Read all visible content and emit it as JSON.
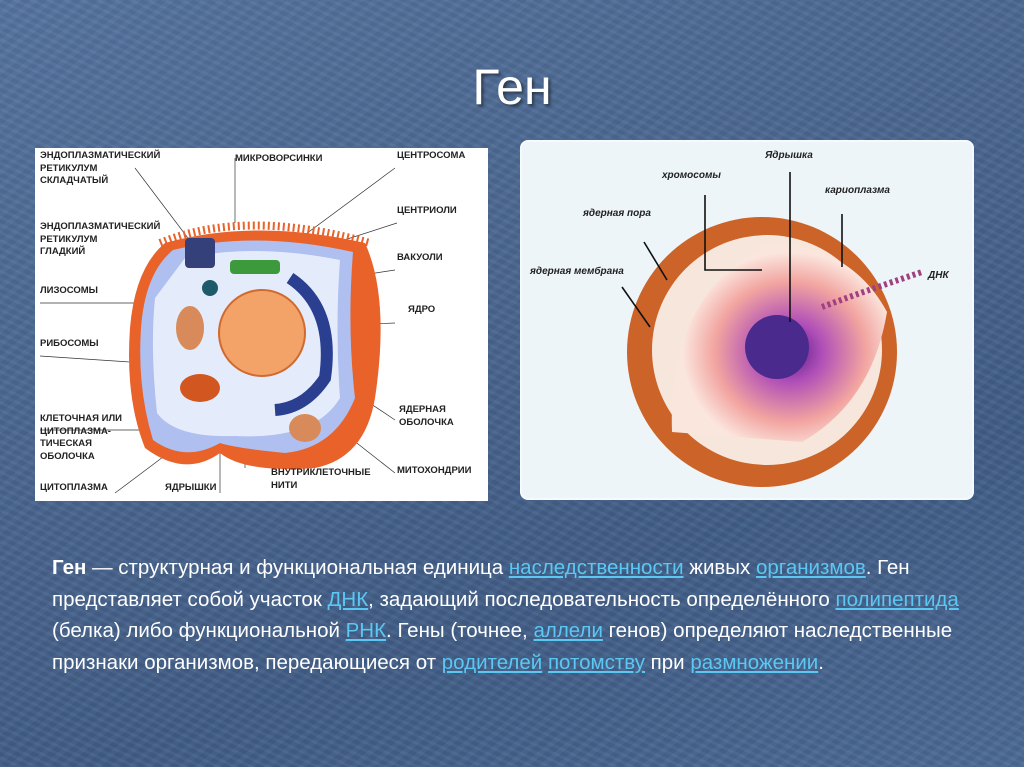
{
  "title": "Ген",
  "cell_diagram": {
    "labels": {
      "er_rough": [
        "ЭНДОПЛАЗМАТИЧЕСКИЙ",
        "РЕТИКУЛУМ",
        "СКЛАДЧАТЫЙ"
      ],
      "microvilli": "МИКРОВОРСИНКИ",
      "centrosome": "ЦЕНТРОСОМА",
      "er_smooth": [
        "ЭНДОПЛАЗМАТИЧЕСКИЙ",
        "РЕТИКУЛУМ",
        "ГЛАДКИЙ"
      ],
      "centrioles": "ЦЕНТРИОЛИ",
      "vacuoles": "ВАКУОЛИ",
      "lysosomes": "ЛИЗОСОМЫ",
      "nucleus": "ЯДРО",
      "ribosomes": "РИБОСОМЫ",
      "nuclear_envelope": [
        "ЯДЕРНАЯ",
        "ОБОЛОЧКА"
      ],
      "cell_membrane": [
        "КЛЕТОЧНАЯ ИЛИ",
        "ЦИТОПЛАЗМА-",
        "ТИЧЕСКАЯ",
        "ОБОЛОЧКА"
      ],
      "cytoplasm": "ЦИТОПЛАЗМА",
      "nucleoli": "ЯДРЫШКИ",
      "filaments": [
        "ВНУТРИКЛЕТОЧНЫЕ",
        "НИТИ"
      ],
      "mitochondria": "МИТОХОНДРИИ"
    }
  },
  "nucleus_diagram": {
    "labels": {
      "nucleolus": "Ядрышка",
      "chromosomes": "хромосомы",
      "karyoplasm": "кариоплазма",
      "nuclear_pore": "ядерная пора",
      "nuclear_membrane": "ядерная мембрана",
      "dna": "ДНК"
    }
  },
  "body": {
    "term": "Ген",
    "t1": " — структурная и функциональная единица ",
    "l1": "наследственности",
    "t2": " живых ",
    "l2": "организмов",
    "t3": ". Ген представляет собой участок ",
    "l3": "ДНК",
    "t4": ", задающий последовательность определённого ",
    "l4": "полипептида",
    "t5": " (белка) либо функциональной ",
    "l5": "РНК",
    "t6": ". Гены (точнее, ",
    "l6": "аллели",
    "t7": " генов) определяют наследственные признаки организмов, передающиеся от ",
    "l7": "родителей",
    "t8": " ",
    "l8": "потомству",
    "t9": " при ",
    "l9": "размножении",
    "t10": "."
  },
  "colors": {
    "background": "#4a668f",
    "link": "#5ac8f2",
    "text": "#ffffff"
  }
}
